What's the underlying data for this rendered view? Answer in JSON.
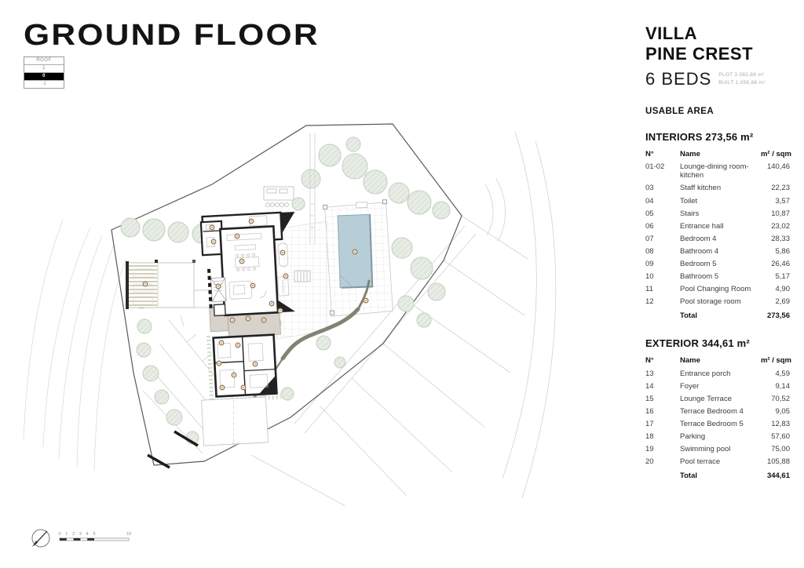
{
  "page": {
    "title": "GROUND FLOOR"
  },
  "floor_selector": {
    "items": [
      {
        "label": "ROOF",
        "active": false
      },
      {
        "label": "1",
        "active": false
      },
      {
        "label": "0",
        "active": true
      },
      {
        "label": "-1",
        "active": false
      }
    ]
  },
  "sidebar": {
    "villa_name_line1": "VILLA",
    "villa_name_line2": "PINE CREST",
    "beds": "6 BEDS",
    "plot": "PLOT 3.082,86 m²",
    "built": "BUILT 1.056,86 m²",
    "usable_area_label": "USABLE AREA",
    "interiors": {
      "title": "INTERIORS 273,56 m²",
      "columns": {
        "n": "N°",
        "name": "Name",
        "value": "m² / sqm"
      },
      "rows": [
        {
          "n": "01-02",
          "name": "Lounge-dining room-kitchen",
          "value": "140,46"
        },
        {
          "n": "03",
          "name": "Staff kitchen",
          "value": "22,23"
        },
        {
          "n": "04",
          "name": "Toilet",
          "value": "3,57"
        },
        {
          "n": "05",
          "name": "Stairs",
          "value": "10,87"
        },
        {
          "n": "06",
          "name": "Entrance hall",
          "value": "23,02"
        },
        {
          "n": "07",
          "name": "Bedroom 4",
          "value": "28,33"
        },
        {
          "n": "08",
          "name": "Bathroom 4",
          "value": "5,86"
        },
        {
          "n": "09",
          "name": "Bedroom 5",
          "value": "26,46"
        },
        {
          "n": "10",
          "name": "Bathroom 5",
          "value": "5,17"
        },
        {
          "n": "11",
          "name": "Pool Changing Room",
          "value": "4,90"
        },
        {
          "n": "12",
          "name": "Pool storage room",
          "value": "2,69"
        }
      ],
      "total_label": "Total",
      "total_value": "273,56"
    },
    "exterior": {
      "title": "EXTERIOR 344,61 m²",
      "columns": {
        "n": "N°",
        "name": "Name",
        "value": "m² / sqm"
      },
      "rows": [
        {
          "n": "13",
          "name": "Entrance porch",
          "value": "4,59"
        },
        {
          "n": "14",
          "name": "Foyer",
          "value": "9,14"
        },
        {
          "n": "15",
          "name": "Lounge Terrace",
          "value": "70,52"
        },
        {
          "n": "16",
          "name": "Terrace Bedroom 4",
          "value": "9,05"
        },
        {
          "n": "17",
          "name": "Terrace Bedroom 5",
          "value": "12,83"
        },
        {
          "n": "18",
          "name": "Parking",
          "value": "57,60"
        },
        {
          "n": "19",
          "name": "Swimming pool",
          "value": "75,00"
        },
        {
          "n": "20",
          "name": "Pool terrace",
          "value": "105,88"
        }
      ],
      "total_label": "Total",
      "total_value": "344,61"
    }
  },
  "scale_bar": {
    "labels": [
      "0",
      "1",
      "2",
      "3",
      "4",
      "5",
      "10"
    ]
  },
  "colors": {
    "pool": "#b7cdd8",
    "tree": "#e6ece4",
    "driveway": "#7f8573",
    "wall": "#222222",
    "accent_dot": "#9a7b52"
  }
}
